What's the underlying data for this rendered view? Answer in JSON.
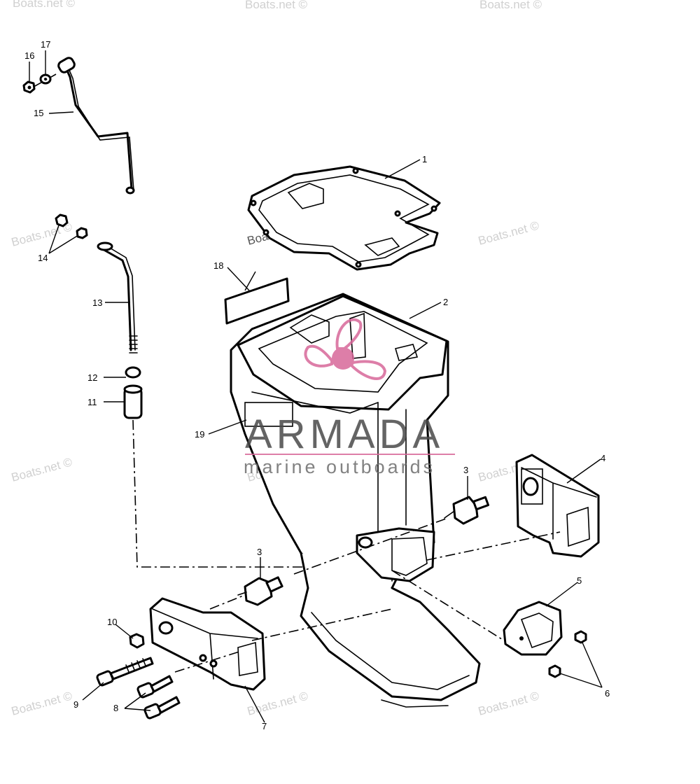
{
  "watermarks": [
    "Boats.net ©",
    "Boats.net ©",
    "Boats.net ©",
    "Boats.net ©",
    "Boats.net ©",
    "Boats.net ©",
    "Boats.net ©",
    "Boats.net ©",
    "Boats.net ©",
    "Boats.net ©",
    "Boats.net ©",
    "Boats.net ©"
  ],
  "brand": {
    "name": "ARMADA",
    "tagline": "marine outboards",
    "accent": "#d8689a"
  },
  "callouts": [
    "1",
    "2",
    "3",
    "3",
    "4",
    "5",
    "6",
    "7",
    "8",
    "9",
    "10",
    "11",
    "12",
    "13",
    "14",
    "15",
    "16",
    "17",
    "18",
    "19"
  ],
  "colors": {
    "line": "#000000",
    "watermark": "#d0d0d0"
  }
}
